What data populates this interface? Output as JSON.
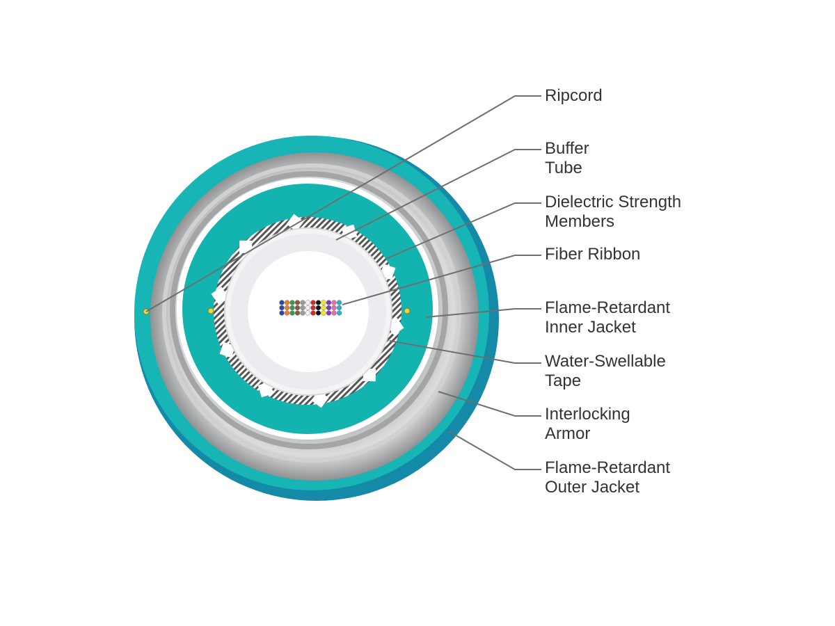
{
  "colors": {
    "outer_jacket": "#17b5b5",
    "outer_jacket_shadow": "#1589a8",
    "armor": "#9a9c9e",
    "armor_light": "#d3d5d6",
    "inner_jacket": "#13b3b0",
    "buffer_tube": "#ececf0",
    "leader_line": "#6e6e6e",
    "text": "#333333"
  },
  "fiber_colors": [
    "#2e4aa0",
    "#e8812b",
    "#3a9a4a",
    "#8a5a3a",
    "#9a9a9a",
    "#f2f2f2",
    "#d22a2a",
    "#111111",
    "#f2e82a",
    "#8a3ab0",
    "#e86ab0",
    "#2ab0c8"
  ],
  "labels": [
    {
      "id": "ripcord",
      "lines": [
        "Ripcord"
      ]
    },
    {
      "id": "buffer-tube",
      "lines": [
        "Buffer",
        "Tube"
      ]
    },
    {
      "id": "dielectric-strength-members",
      "lines": [
        "Dielectric Strength",
        "Members"
      ]
    },
    {
      "id": "fiber-ribbon",
      "lines": [
        "Fiber Ribbon"
      ]
    },
    {
      "id": "flame-retardant-inner-jacket",
      "lines": [
        "Flame-Retardant",
        "Inner Jacket"
      ]
    },
    {
      "id": "water-swellable-tape",
      "lines": [
        "Water-Swellable",
        "Tape"
      ]
    },
    {
      "id": "interlocking-armor",
      "lines": [
        "Interlocking",
        "Armor"
      ]
    },
    {
      "id": "flame-retardant-outer-jacket",
      "lines": [
        "Flame-Retardant",
        "Outer Jacket"
      ]
    }
  ]
}
